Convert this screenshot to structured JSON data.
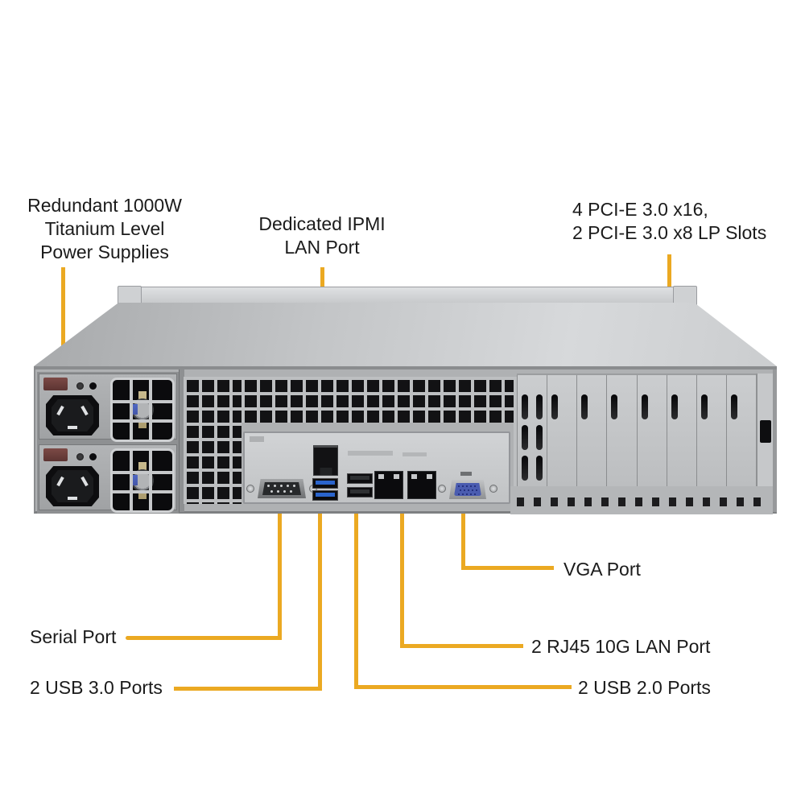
{
  "diagram": {
    "labels": {
      "psu": "Redundant  1000W\nTitanium  Level\nPower Supplies",
      "ipmi": "Dedicated IPMI\nLAN Port",
      "pcie": "4 PCI-E 3.0 x16,\n2 PCI-E 3.0 x8 LP Slots",
      "vga": "VGA Port",
      "serial": "Serial Port",
      "lan": "2 RJ45 10G LAN Port",
      "usb3": "2 USB 3.0 Ports",
      "usb2": "2 USB 2.0 Ports"
    },
    "colors": {
      "leader_line": "#EBA922",
      "label_text": "#1B1B1B",
      "usb3_tongue": "#2A64CC",
      "vga_inner": "#4A5CB0"
    }
  }
}
